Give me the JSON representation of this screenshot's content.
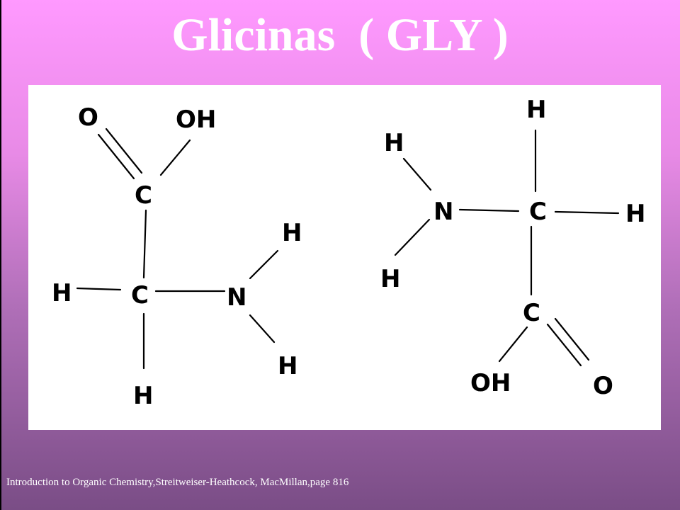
{
  "slide": {
    "title": "Glicinas  ( GLY )",
    "citation": "Introduction to Organic Chemistry,Streitweiser-Heathcock, MacMillan,page 816"
  },
  "structure_left": {
    "atoms": {
      "o": "O",
      "oh": "OH",
      "c_carboxyl": "C",
      "c_alpha": "C",
      "h_left": "H",
      "h_bottom": "H",
      "n": "N",
      "h_n_top": "H",
      "h_n_bottom": "H"
    }
  },
  "structure_right": {
    "atoms": {
      "h_top": "H",
      "h_n_top": "H",
      "n": "N",
      "c_alpha": "C",
      "h_right": "H",
      "h_n_bottom": "H",
      "c_carboxyl": "C",
      "oh": "OH",
      "o": "O"
    }
  },
  "colors": {
    "background_top": "#ff99ff",
    "background_bottom": "#7a4d86",
    "panel": "#ffffff",
    "text": "#ffffff",
    "ink": "#000000"
  }
}
